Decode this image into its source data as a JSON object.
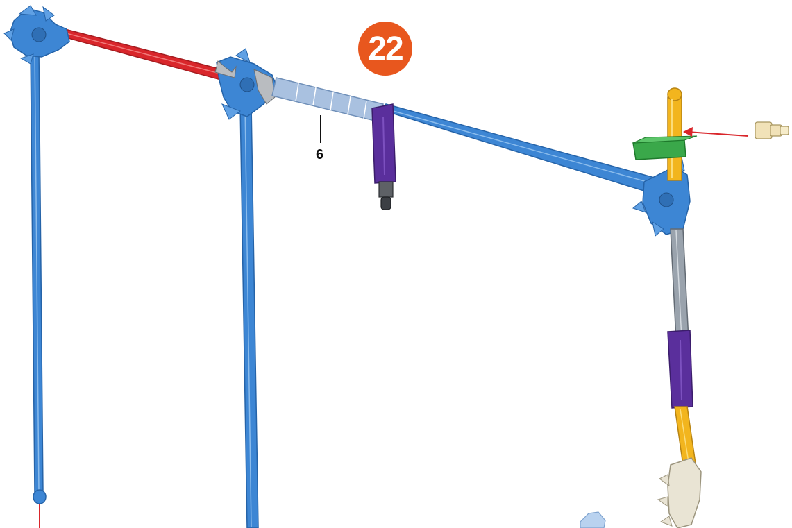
{
  "step": {
    "number": "22",
    "badge_color": "#e8571e"
  },
  "callout": {
    "label": "6"
  },
  "colors": {
    "blue_rod": "#3d86d4",
    "blue_rod_dark": "#2563a8",
    "red_rod": "#d9262b",
    "purple_clip": "#5a2f9c",
    "gray_rod": "#9aa3ad",
    "light_blue_spacer": "#9fb9da",
    "yellow_rod": "#f2b51e",
    "green_clip": "#3aa84a",
    "tan_part": "#f1e2b8",
    "arrow_red": "#d9262b",
    "dark_gray": "#3c3f44"
  },
  "parts": [
    "blue-connector",
    "red-rod",
    "blue-rod",
    "gray-spacer",
    "purple-clip",
    "yellow-rod",
    "green-clip",
    "tan-end-cap"
  ]
}
